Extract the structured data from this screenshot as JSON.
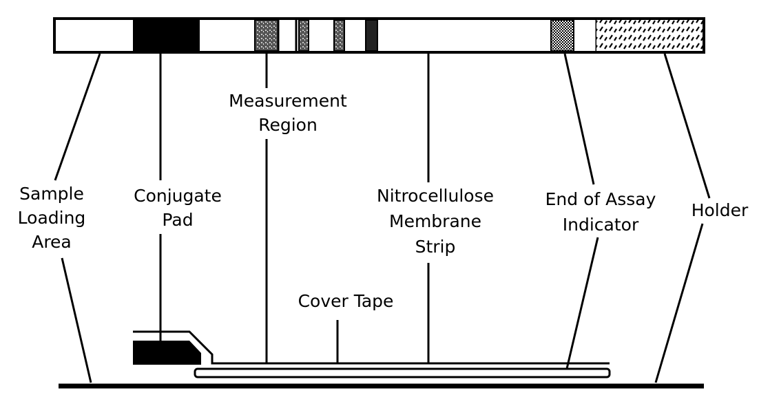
{
  "labels": {
    "sample_loading_area": [
      "Sample",
      "Loading",
      "Area"
    ],
    "conjugate_pad": [
      "Conjugate",
      "Pad"
    ],
    "measurement_region": [
      "Measurement",
      "Region"
    ],
    "nitrocellulose_membrane_strip": [
      "Nitrocellulose",
      "Membrane",
      "Strip"
    ],
    "end_of_assay_indicator": [
      "End of Assay",
      "Indicator"
    ],
    "holder": [
      "Holder"
    ],
    "cover_tape": [
      "Cover Tape"
    ]
  }
}
